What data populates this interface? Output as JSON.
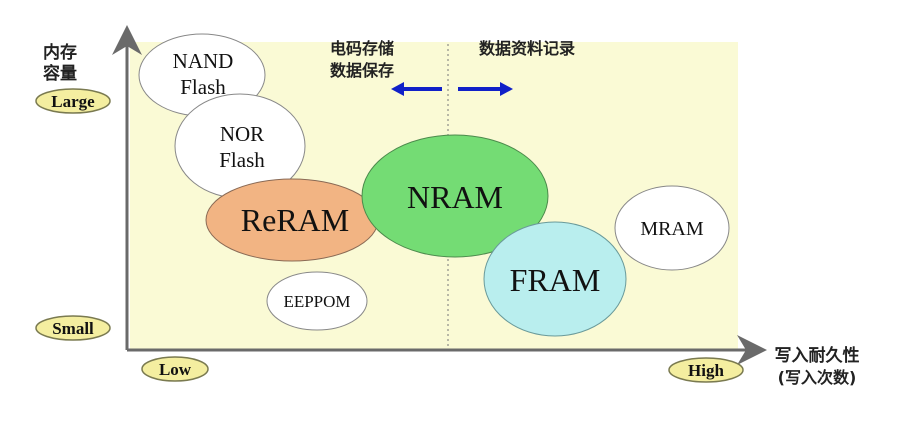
{
  "y_axis": {
    "title_line1": "内存",
    "title_line2": "容量",
    "top_label": "Large",
    "bottom_label": "Small"
  },
  "x_axis": {
    "title_line1": "写入耐久性",
    "title_line2": "(写入次数)",
    "left_label": "Low",
    "right_label": "High"
  },
  "regions": {
    "left_line1": "电码存储",
    "left_line2": "数据保存",
    "right": "数据资料记录"
  },
  "memories": {
    "nand_line1": "NAND",
    "nand_line2": "Flash",
    "nor_line1": "NOR",
    "nor_line2": "Flash",
    "reram": "ReRAM",
    "nram": "NRAM",
    "fram": "FRAM",
    "mram": "MRAM",
    "eeppom": "EEPPOM"
  },
  "colors": {
    "background_panel": "#fafad5",
    "pill": "#f4eea0",
    "reram": "#f2b483",
    "nram": "#74dc74",
    "fram": "#b9eeee",
    "plain_ellipse": "#ffffff",
    "arrow_blue": "#1020c8",
    "axis": "#6a6a6a"
  }
}
